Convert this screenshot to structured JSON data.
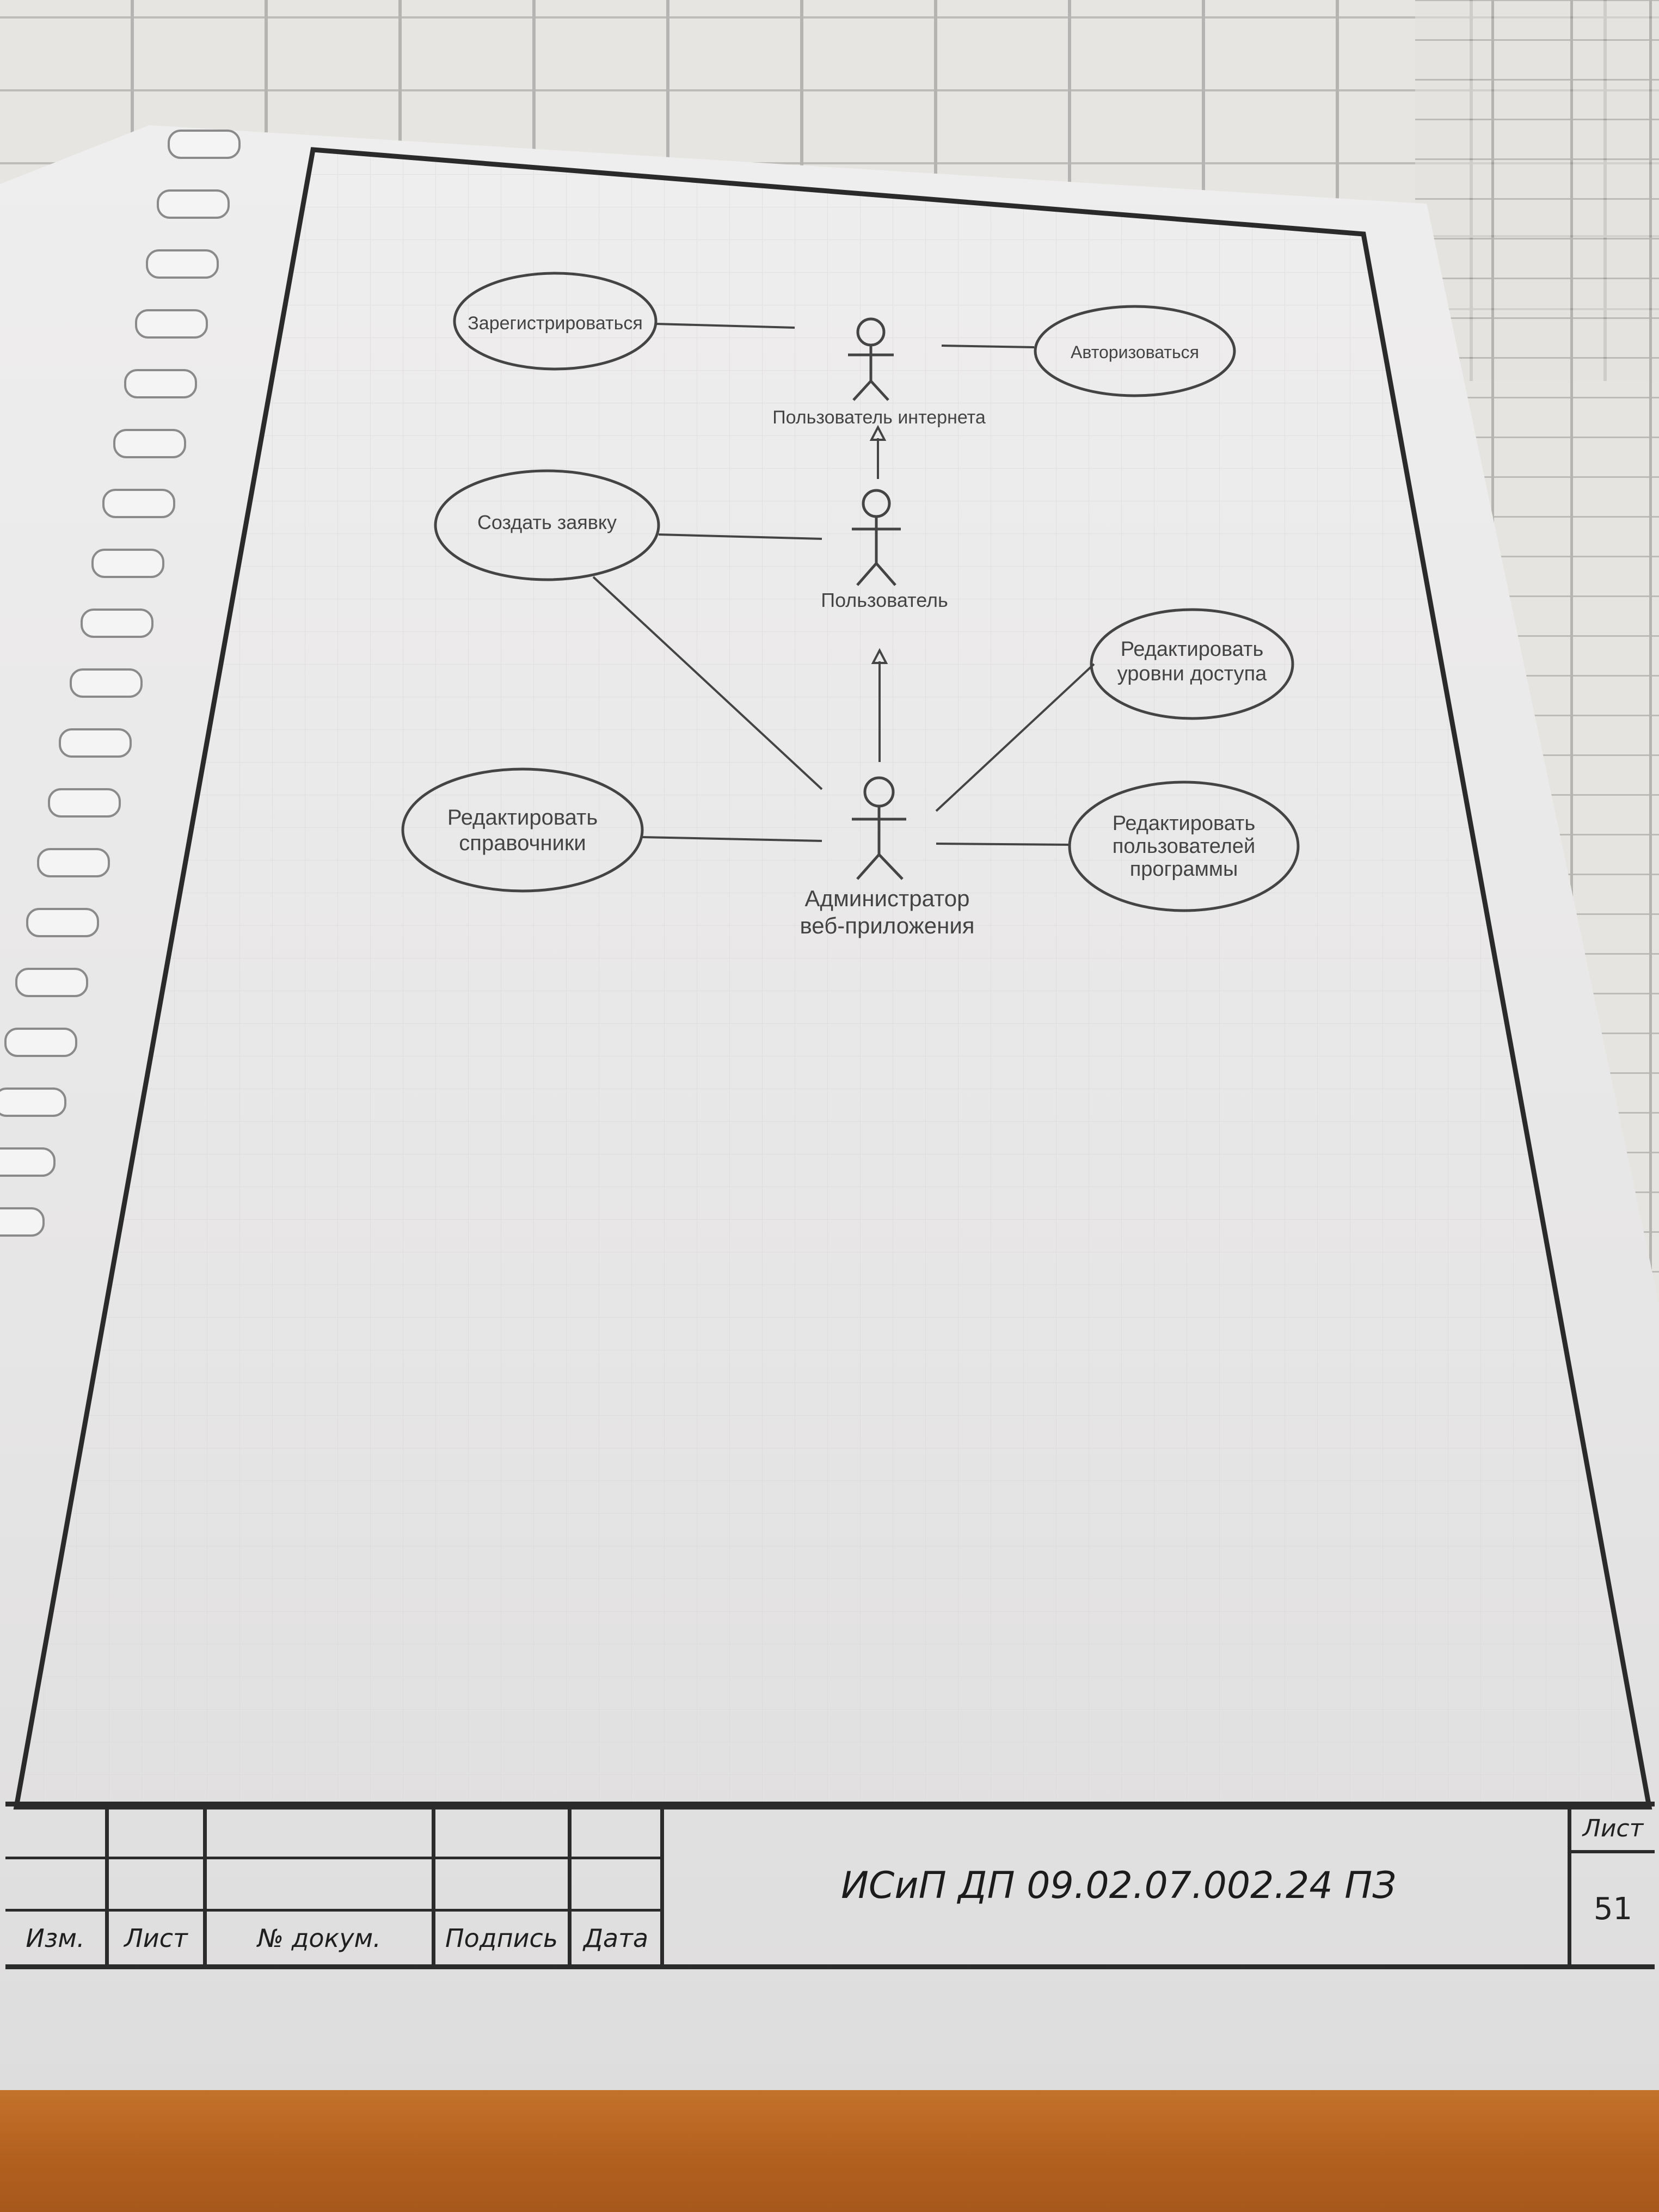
{
  "diagram": {
    "use_cases": {
      "register": "Зарегистрироваться",
      "authorize": "Авторизоваться",
      "create_request": "Создать заявку",
      "edit_access_levels": [
        "Редактировать",
        "уровни доступа"
      ],
      "edit_directories": [
        "Редактировать",
        "справочники"
      ],
      "edit_program_users": [
        "Редактировать",
        "пользователей",
        "программы"
      ]
    },
    "actors": {
      "internet_user": "Пользователь интернета",
      "user": "Пользователь",
      "admin": [
        "Администратор",
        "веб-приложения"
      ]
    }
  },
  "title_block": {
    "headers": [
      "Изм.",
      "Лист",
      "№ докум.",
      "Подпись",
      "Дата"
    ],
    "document_code": "ИСиП ДП 09.02.07.002.24 ПЗ",
    "sheet_label": "Лист",
    "sheet_number": "51"
  }
}
